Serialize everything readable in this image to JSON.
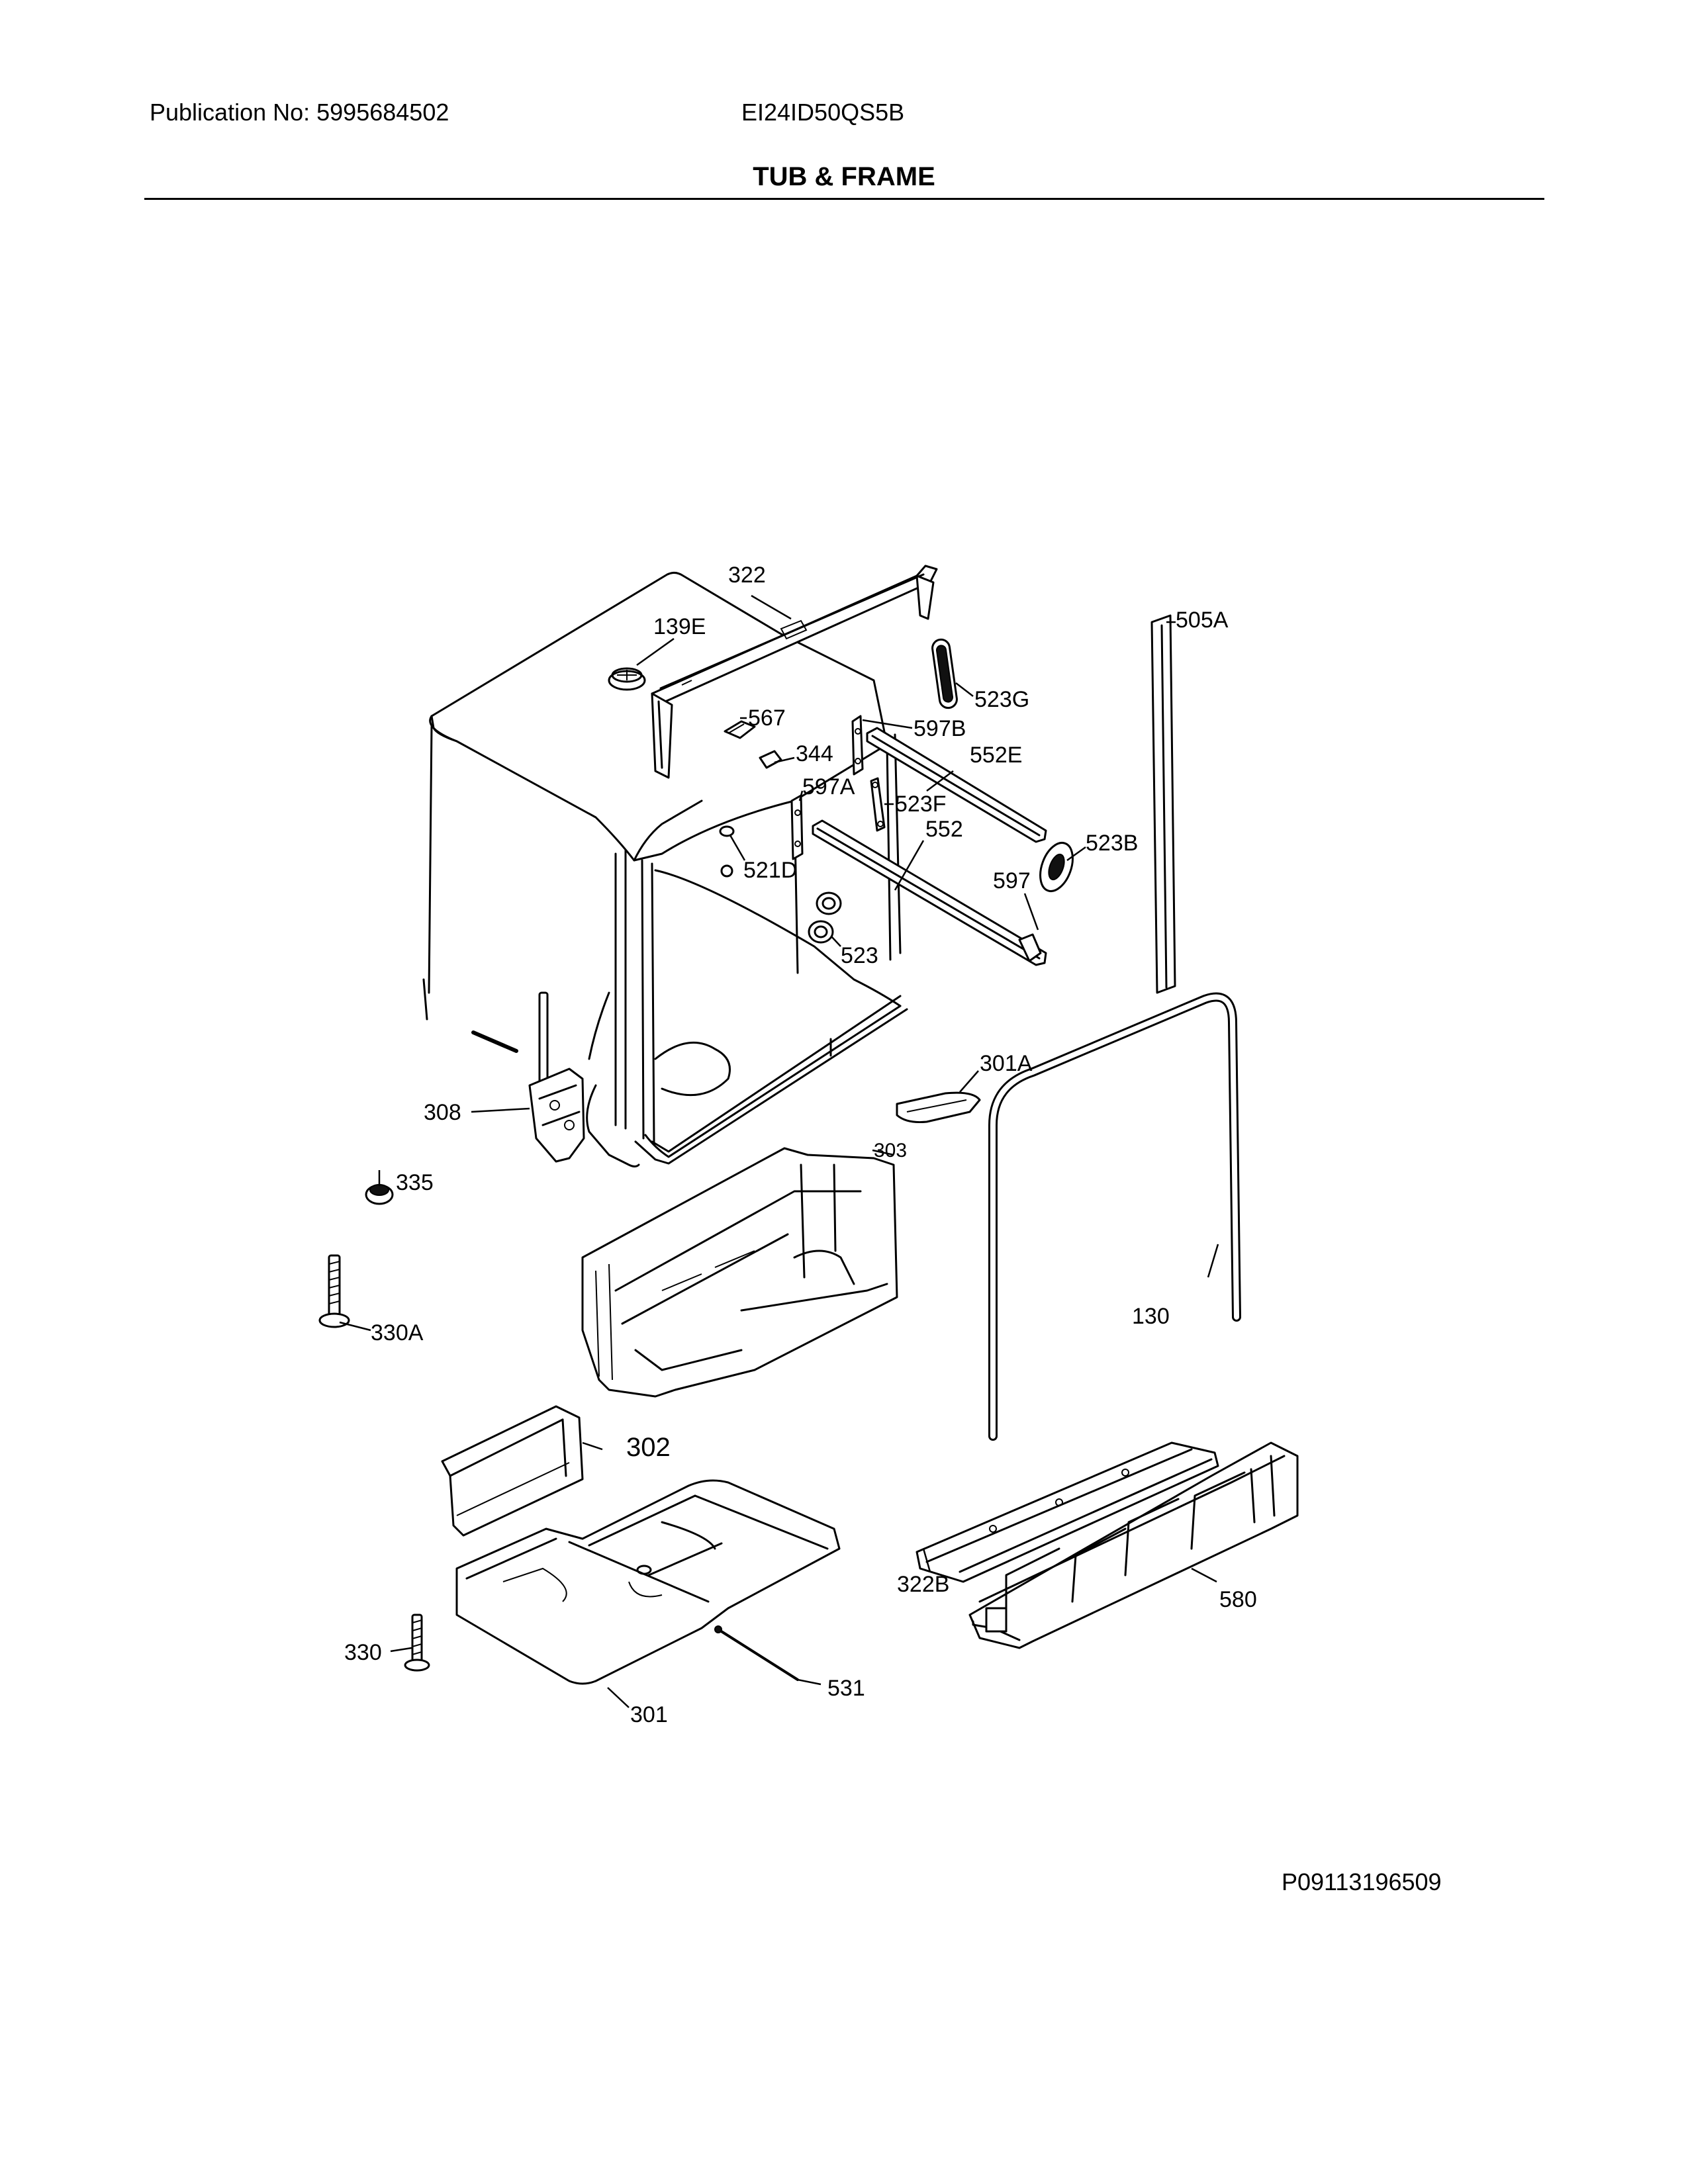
{
  "header": {
    "publication": "Publication No: 5995684502",
    "model": "EI24ID50QS5B",
    "title": "TUB & FRAME"
  },
  "diagram": {
    "labels": {
      "l322": "322",
      "l139E": "139E",
      "l505A": "505A",
      "l523G": "523G",
      "l567": "567",
      "l597B": "597B",
      "l344": "344",
      "l552E": "552E",
      "l597A": "597A",
      "l523F": "523F",
      "l523B": "523B",
      "l552": "552",
      "l521D": "521D",
      "l597": "597",
      "l523": "523",
      "l301A": "301A",
      "l308": "308",
      "l303": "303",
      "l335": "335",
      "l330A": "330A",
      "l130": "130",
      "l302": "302",
      "l322B": "322B",
      "l580": "580",
      "l330": "330",
      "l531": "531",
      "l301": "301"
    }
  },
  "footer": {
    "part_number": "P09113196509"
  }
}
